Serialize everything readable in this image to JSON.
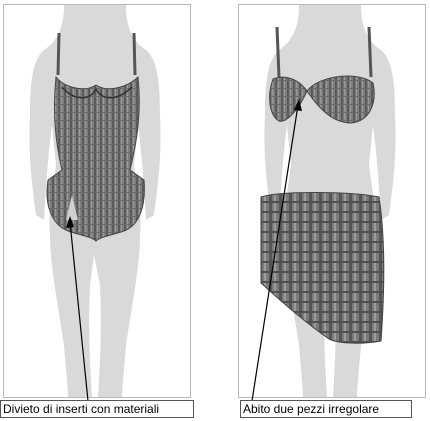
{
  "panels": [
    {
      "id": "left",
      "caption": "Divieto di inserti con materiali",
      "garment": "one-piece-swimsuit"
    },
    {
      "id": "right",
      "caption": "Abito due pezzi irregolare",
      "garment": "bikini-with-asymmetric-skirt"
    }
  ],
  "colors": {
    "silhouette": "#d9d9d9",
    "garment": "#7a7a7a",
    "garment_dark": "#4a4a4a",
    "border": "#b8b8b8",
    "arrow": "#000000"
  }
}
